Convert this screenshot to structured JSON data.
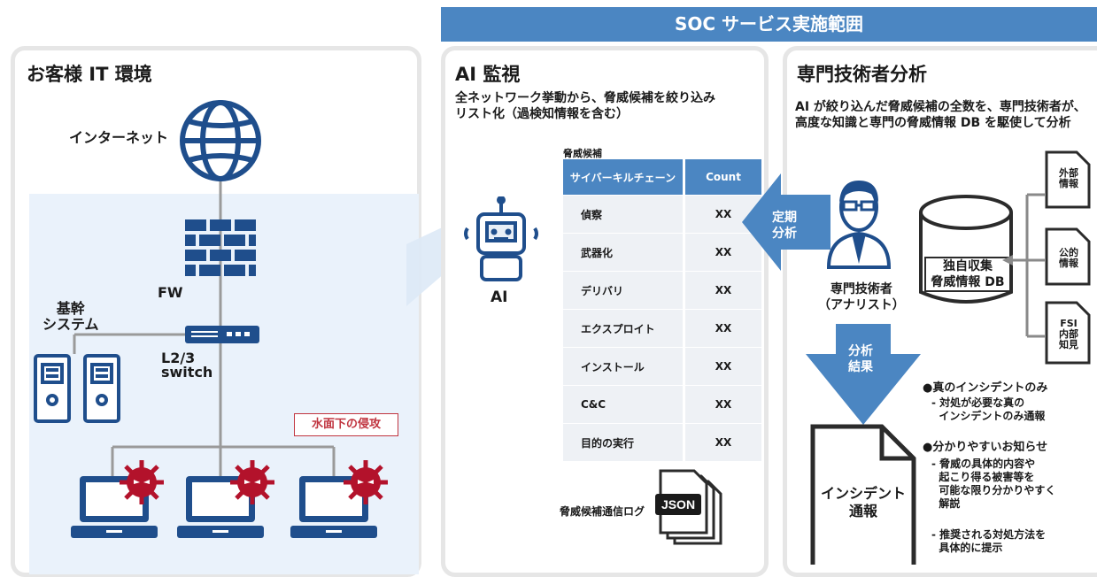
{
  "banner": "SOC サービス実施範囲",
  "customer": {
    "title": "お客様 IT 環境",
    "internet_label": "インターネット",
    "fw_label": "FW",
    "core_system_label": "基幹\nシステム",
    "switch_label": "L2/3\nswitch",
    "underwater_label": "水面下の侵攻"
  },
  "ai": {
    "title": "AI 監視",
    "description": "全ネットワーク挙動から、脅威候補を絞り込み\nリスト化（過検知情報を含む）",
    "robot_label": "AI",
    "table_caption": "脅威候補",
    "table_headers": [
      "サイバーキルチェーン",
      "Count"
    ],
    "table_rows": [
      {
        "stage": "偵察",
        "count": "XX"
      },
      {
        "stage": "武器化",
        "count": "XX"
      },
      {
        "stage": "デリバリ",
        "count": "XX"
      },
      {
        "stage": "エクスプロイト",
        "count": "XX"
      },
      {
        "stage": "インストール",
        "count": "XX"
      },
      {
        "stage": "C&C",
        "count": "XX"
      },
      {
        "stage": "目的の実行",
        "count": "XX"
      }
    ],
    "log_label": "脅威候補通信ログ",
    "json_label": "JSON"
  },
  "expert": {
    "title": "専門技術者分析",
    "description": "AI が絞り込んだ脅威候補の全数を、専門技術者が、\n高度な知識と専門の脅威情報 DB を駆使して分析",
    "periodic_label": "定期\n分析",
    "analyst_label": "専門技術者\n（アナリスト）",
    "db_label": "独自収集\n脅威情報 DB",
    "docs": [
      "外部\n情報",
      "公的\n情報",
      "FSI\n内部\n知見"
    ],
    "result_label": "分析\n結果",
    "report_label": "インシデント\n通報",
    "bullets": [
      {
        "head": "●真のインシデントのみ",
        "items": [
          "- 対処が必要な真の\n  インシデントのみ通報"
        ]
      },
      {
        "head": "●分かりやすいお知らせ",
        "items": [
          "- 脅威の具体的内容や\n  起こり得る被害等を\n  可能な限り分かりやすく\n  解説",
          "- 推奨される対処方法を\n  具体的に提示"
        ]
      }
    ]
  },
  "colors": {
    "accent": "#4b86c2",
    "dark": "#1f4e8c",
    "virus": "#b3122b",
    "underwater_bg": "#eaf2fb",
    "underwater_text": "#c0343f"
  }
}
